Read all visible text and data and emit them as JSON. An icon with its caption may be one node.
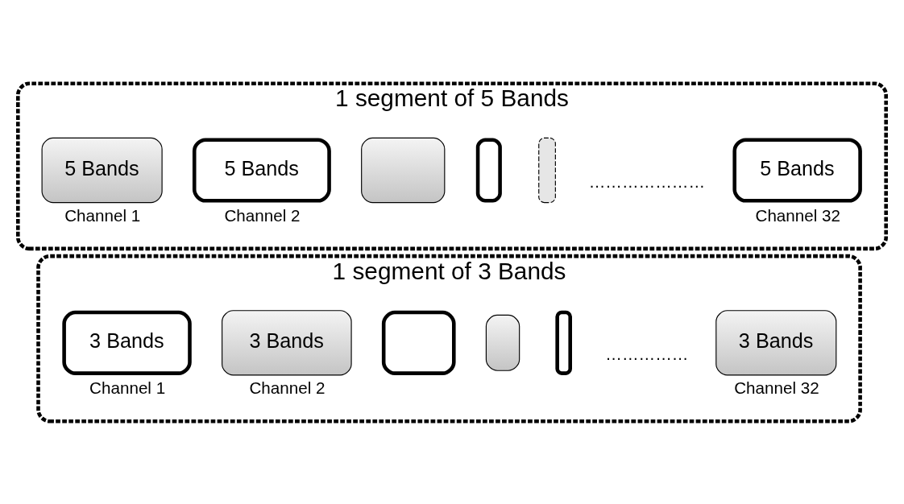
{
  "diagram": {
    "nodes": [
      {
        "text": [
          "1 segment of 5 Bands"
        ]
      },
      {
        "text": [
          "5 Bands"
        ],
        "in": 0,
        "beside": [
          "Channel 1"
        ]
      },
      {
        "text": [
          "5 Bands"
        ],
        "in": 0,
        "beside": [
          "Channel 2"
        ]
      },
      {
        "text": [],
        "shape": "box",
        "in": 0
      },
      {
        "text": [],
        "shape": "box",
        "in": 0
      },
      {
        "text": [],
        "shape": "box",
        "in": 0
      },
      {
        "text": [
          "5 Bands"
        ],
        "in": 0,
        "beside": [
          "Channel 32"
        ]
      },
      {
        "text": [
          "1 segment of 3 Bands"
        ]
      },
      {
        "text": [
          "3 Bands"
        ],
        "in": 7,
        "beside": [
          "Channel 1"
        ]
      },
      {
        "text": [
          "3 Bands"
        ],
        "in": 7,
        "beside": [
          "Channel 2"
        ]
      },
      {
        "text": [],
        "shape": "box",
        "in": 7
      },
      {
        "text": [],
        "shape": "box",
        "in": 7
      },
      {
        "text": [],
        "shape": "box",
        "in": 7
      },
      {
        "text": [
          "3 Bands"
        ],
        "in": 7,
        "beside": [
          "Channel 32"
        ]
      }
    ],
    "labels": [
      "…………………",
      "……………"
    ]
  }
}
